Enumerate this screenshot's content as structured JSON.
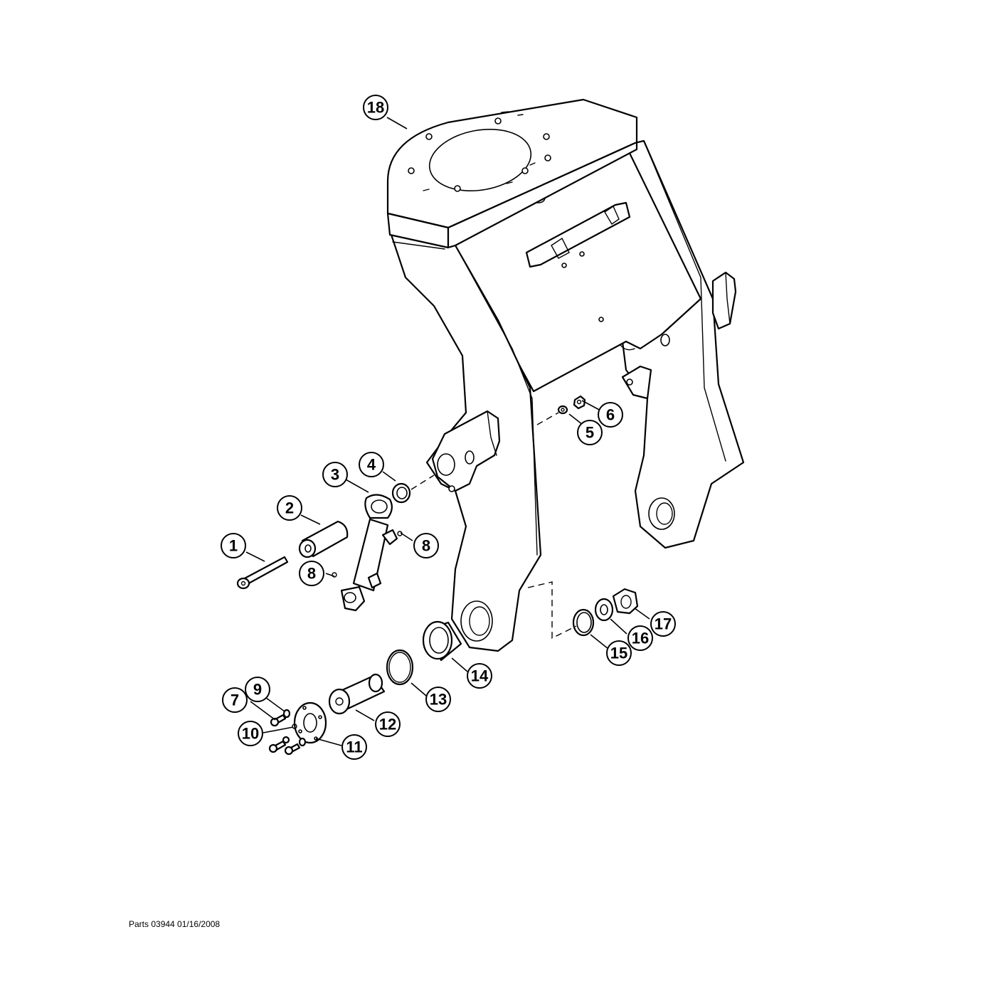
{
  "diagram": {
    "callouts": [
      {
        "id": "c1",
        "label": "1"
      },
      {
        "id": "c2",
        "label": "2"
      },
      {
        "id": "c3",
        "label": "3"
      },
      {
        "id": "c4",
        "label": "4"
      },
      {
        "id": "c5",
        "label": "5"
      },
      {
        "id": "c6",
        "label": "6"
      },
      {
        "id": "c7",
        "label": "7"
      },
      {
        "id": "c8a",
        "label": "8"
      },
      {
        "id": "c8b",
        "label": "8"
      },
      {
        "id": "c9",
        "label": "9"
      },
      {
        "id": "c10",
        "label": "10"
      },
      {
        "id": "c11",
        "label": "11"
      },
      {
        "id": "c12",
        "label": "12"
      },
      {
        "id": "c13",
        "label": "13"
      },
      {
        "id": "c14",
        "label": "14"
      },
      {
        "id": "c15",
        "label": "15"
      },
      {
        "id": "c16",
        "label": "16"
      },
      {
        "id": "c17",
        "label": "17"
      },
      {
        "id": "c18",
        "label": "18"
      }
    ]
  },
  "footer": {
    "text": "Parts 03944 01/16/2008"
  }
}
